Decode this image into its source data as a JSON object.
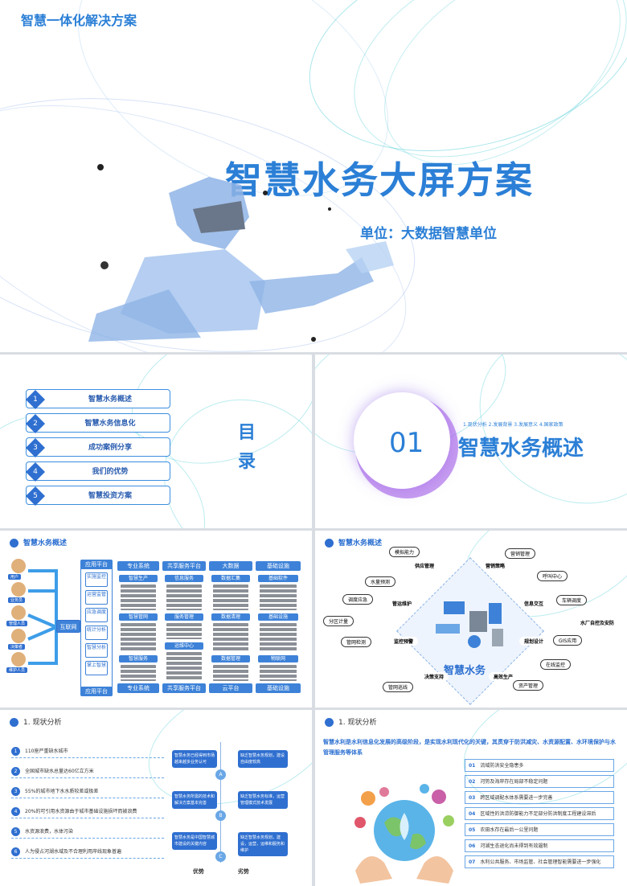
{
  "cover": {
    "top_title": "智慧一体化解决方案",
    "main_title": "智慧水务大屏方案",
    "unit": "单位：大数据智慧单位"
  },
  "toc": {
    "title": "目录",
    "items": [
      {
        "num": "1",
        "label": "智慧水务概述"
      },
      {
        "num": "2",
        "label": "智慧水务信息化"
      },
      {
        "num": "3",
        "label": "成功案例分享"
      },
      {
        "num": "4",
        "label": "我们的优势"
      },
      {
        "num": "5",
        "label": "智慧投资方案"
      }
    ]
  },
  "section": {
    "number": "01",
    "title": "智慧水务概述",
    "subtitle": "1.现状分析  2.发展背景  3.发展意义  4.国家政策"
  },
  "arch": {
    "header": "智慧水务概述",
    "users": [
      "用户",
      "业务员",
      "管理人员",
      "决策者",
      "维护人员"
    ],
    "hub": "互联网",
    "app_platform": "应用平台",
    "app_items": [
      "实施监控",
      "运营监管",
      "应急调度",
      "统计分析",
      "智慧分析",
      "掌上智慧"
    ],
    "columns": [
      "专业系统",
      "共享服务平台",
      "大数据",
      "基础设施"
    ],
    "bottom": [
      "专业系统",
      "共享服务平台",
      "云平台",
      "基础设施"
    ],
    "sub": [
      "智慧生产",
      "信息服务",
      "数据汇集",
      "基础软件",
      "智慧管网",
      "服务管理",
      "数据清理",
      "基础设施",
      "智慧服务",
      "运维中心",
      "数据管理",
      "物联网"
    ]
  },
  "smart": {
    "header": "智慧水务概述",
    "center": "智慧水务",
    "tags": [
      "模拟能力",
      "营销管理",
      "供应管理",
      "营销策略",
      "水量预测",
      "呼叫中心",
      "调度应急",
      "管运维护",
      "信息交互",
      "车辆调度",
      "分区计量",
      "水厂自控及安防",
      "管网检测",
      "监控预警",
      "规划设计",
      "GIS应用",
      "在线监控",
      "管网巡线",
      "决策支持",
      "高效生产",
      "资产管理"
    ]
  },
  "status": {
    "header": "1. 现状分析",
    "items": [
      {
        "num": "1",
        "text": "110座严重缺水城市"
      },
      {
        "num": "2",
        "text": "全国城市缺水总量达60亿立方米"
      },
      {
        "num": "3",
        "text": "55%的城市地下水水质较差或极差"
      },
      {
        "num": "4",
        "text": "20%的可引用水资源由于城市基础设施损坏而被浪费"
      },
      {
        "num": "5",
        "text": "水资源浪费，水体污染"
      },
      {
        "num": "6",
        "text": "人为侵占河湖水域及不合理利用岸线现象普遍"
      }
    ],
    "left_boxes": [
      "智慧水务已经得到市场越来越多业务认可",
      "智慧水务所需的技术和解决方案基本完善",
      "智慧水务是中国智慧城市建设的关键内容"
    ],
    "right_boxes": [
      "缺乏智慧水务规划，建设自由度较高",
      "缺乏智慧水务标准，运营管理模式技术发展",
      "缺乏智慧水务规划，建设，运营，运维和服务和维护"
    ],
    "circles": [
      "A",
      "B",
      "C"
    ],
    "left_label": "优势",
    "right_label": "劣势"
  },
  "status2": {
    "header": "1. 现状分析",
    "intro": "智慧水利是水利信息化发展的高级阶段，是实现水利现代化的关键，其贯穿于防洪减灾、水资源配置、水环境保护与水管理服务等体系",
    "items": [
      {
        "num": "01",
        "text": "流域防洪安全隐患多"
      },
      {
        "num": "02",
        "text": "河势及海岸存在局部不稳定问题"
      },
      {
        "num": "03",
        "text": "跨区域调配水体系需要进一步完善"
      },
      {
        "num": "04",
        "text": "区域性的洪涝防御能力不足部分防洪制度工程建设滞后"
      },
      {
        "num": "05",
        "text": "农田水存在最后一公里问题"
      },
      {
        "num": "06",
        "text": "河湖生态退化尚未得到有效遏制"
      },
      {
        "num": "07",
        "text": "水利公共服务、市场监管、社会管理智能需要进一步强化"
      }
    ]
  },
  "colors": {
    "accent": "#2b7fd6",
    "dark_blue": "#2f6fd0",
    "teal": "#40c8d2"
  }
}
